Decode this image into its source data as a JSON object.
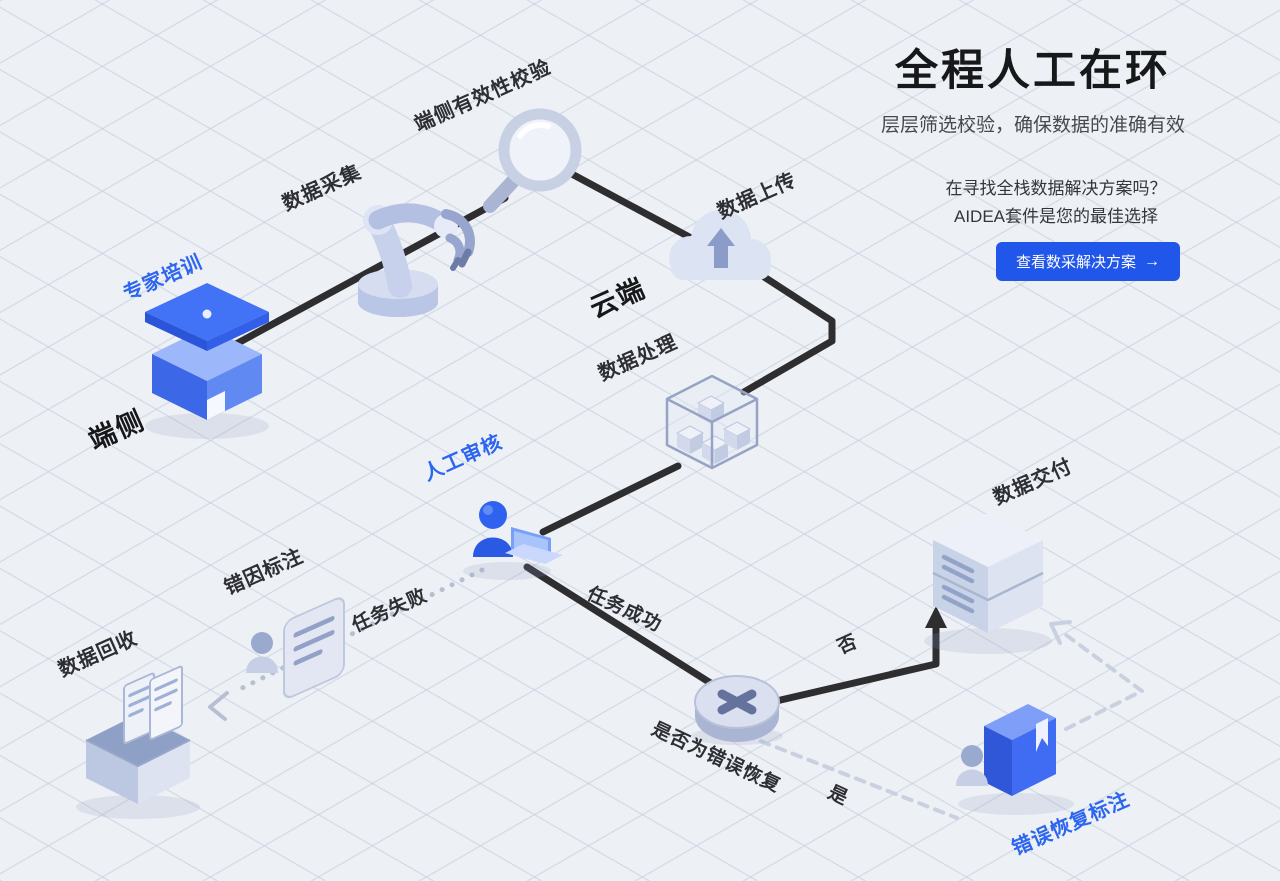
{
  "header": {
    "title": "全程人工在环",
    "subtitle": "层层筛选校验，确保数据的准确有效",
    "pitch_line1": "在寻找全栈数据解决方案吗？",
    "pitch_line2": "AIDEA套件是您的最佳选择",
    "cta": {
      "label": "查看数采解决方案",
      "arrow": "→"
    }
  },
  "diagram": {
    "zones": {
      "edge": "端侧",
      "cloud": "云端"
    },
    "nodes": {
      "expert_training": "专家培训",
      "data_collection": "数据采集",
      "edge_validation": "端侧有效性校验",
      "data_upload": "数据上传",
      "data_processing": "数据处理",
      "human_review": "人工审核",
      "error_cause_annotation": "错因标注",
      "data_recycle": "数据回收",
      "decision": "是否为错误恢复",
      "data_delivery": "数据交付",
      "error_recovery_annotation": "错误恢复标注"
    },
    "edges": {
      "task_failed": "任务失败",
      "task_success": "任务成功",
      "no": "否",
      "yes": "是"
    },
    "icons": {
      "graduation-cap-icon": "isometric podium with graduation cap",
      "robot-arm-icon": "robotic arm",
      "magnifier-icon": "magnifying glass",
      "cloud-upload-icon": "cloud with up arrow",
      "cube-stack-icon": "transparent cube holding small cubes",
      "person-laptop-icon": "person working on laptop",
      "person-document-icon": "person with annotated document",
      "archive-box-icon": "open box with documents",
      "decision-x-icon": "disc with X",
      "server-icon": "isometric server stack",
      "book-bookmark-icon": "person with bookmarked book"
    },
    "colors": {
      "accent_blue": "#2b65f0",
      "cta_background": "#2156eb",
      "line_dark": "#2e2e31",
      "line_dotted": "#b7c0d3",
      "line_dashed": "#c9d1e1"
    }
  }
}
